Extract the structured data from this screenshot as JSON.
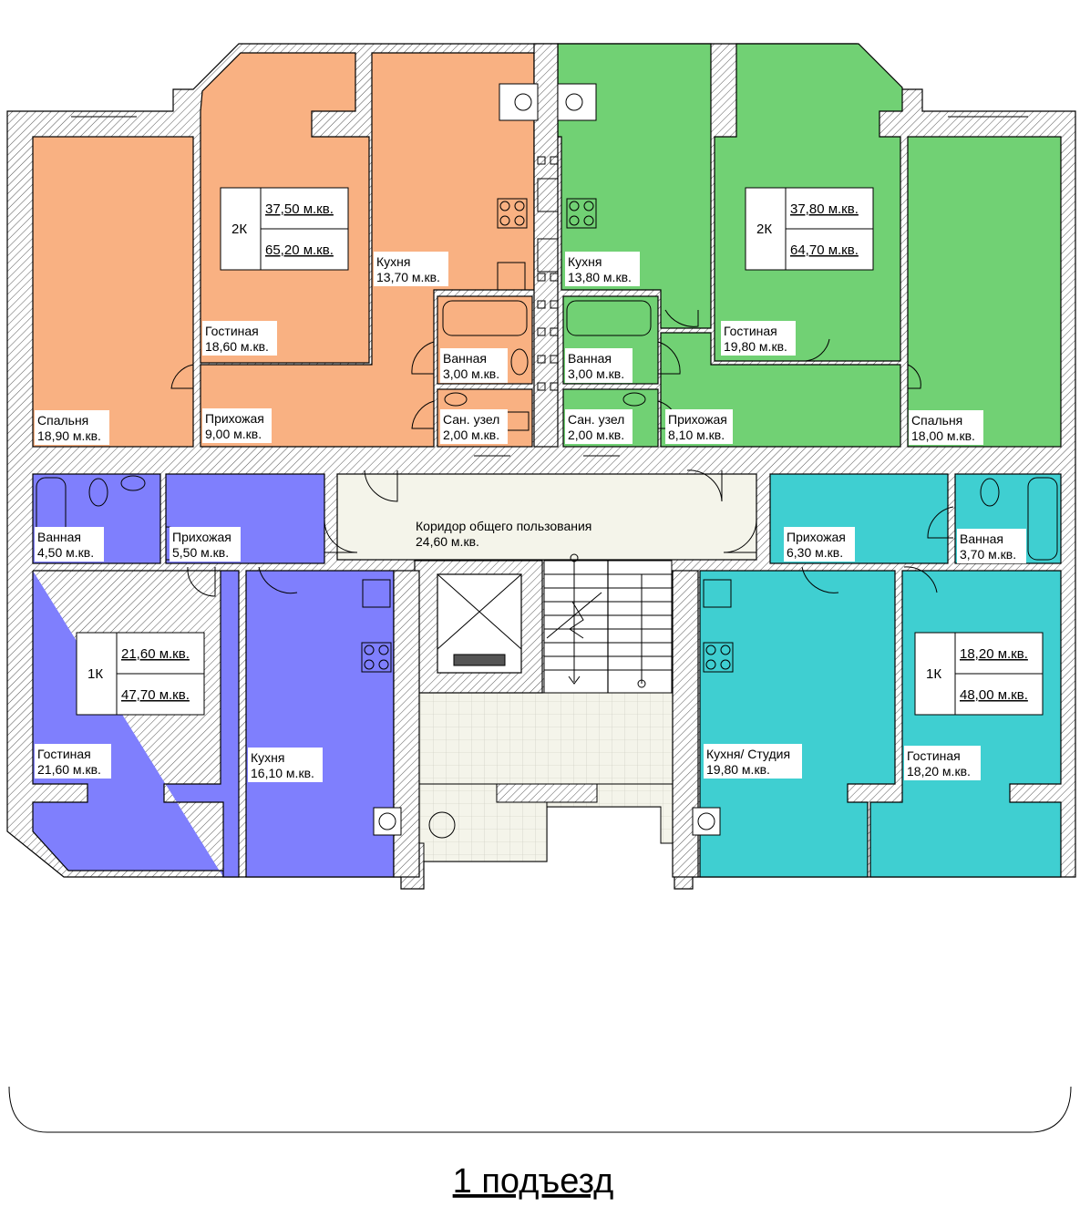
{
  "colors": {
    "orange": "#f9b182",
    "green": "#71d174",
    "blue": "#7f7ffd",
    "cyan": "#3fcfd1",
    "corridor": "#f4f4ea"
  },
  "apartments": [
    {
      "type": "2К",
      "living_area": "37,50 м.кв.",
      "total_area": "65,20 м.кв."
    },
    {
      "type": "2К",
      "living_area": "37,80 м.кв.",
      "total_area": "64,70 м.кв."
    },
    {
      "type": "1К",
      "living_area": "21,60 м.кв.",
      "total_area": "47,70 м.кв."
    },
    {
      "type": "1К",
      "living_area": "18,20 м.кв.",
      "total_area": "48,00 м.кв."
    }
  ],
  "rooms": [
    {
      "name": "Спальня",
      "area": "18,90 м.кв."
    },
    {
      "name": "Гостиная",
      "area": "18,60 м.кв."
    },
    {
      "name": "Кухня",
      "area": "13,70 м.кв."
    },
    {
      "name": "Прихожая",
      "area": "9,00 м.кв."
    },
    {
      "name": "Ванная",
      "area": "3,00 м.кв."
    },
    {
      "name": "Сан. узел",
      "area": "2,00 м.кв."
    },
    {
      "name": "Кухня",
      "area": "13,80 м.кв."
    },
    {
      "name": "Ванная",
      "area": "3,00 м.кв."
    },
    {
      "name": "Сан. узел",
      "area": "2,00 м.кв."
    },
    {
      "name": "Прихожая",
      "area": "8,10 м.кв."
    },
    {
      "name": "Гостиная",
      "area": "19,80 м.кв."
    },
    {
      "name": "Спальня",
      "area": "18,00 м.кв."
    },
    {
      "name": "Ванная",
      "area": "4,50 м.кв."
    },
    {
      "name": "Прихожая",
      "area": "5,50 м.кв."
    },
    {
      "name": "Гостиная",
      "area": "21,60 м.кв."
    },
    {
      "name": "Кухня",
      "area": "16,10 м.кв."
    },
    {
      "name": "Прихожая",
      "area": "6,30 м.кв."
    },
    {
      "name": "Ванная",
      "area": "3,70 м.кв."
    },
    {
      "name": "Кухня/ Студия",
      "area": "19,80 м.кв."
    },
    {
      "name": "Гостиная",
      "area": "18,20 м.кв."
    },
    {
      "name": "Коридор общего пользования",
      "area": "24,60 м.кв."
    }
  ],
  "entrance_label": "1 подъезд"
}
